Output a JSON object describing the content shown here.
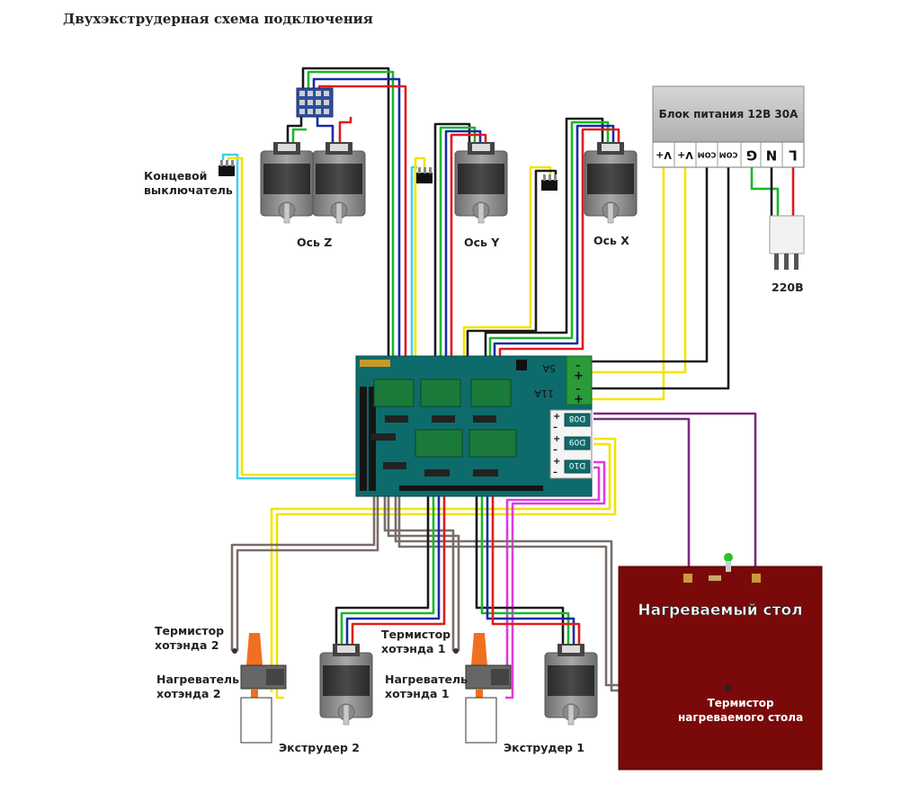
{
  "title": "Двухэкструдерная схема подключения",
  "labels": {
    "endstop": "Концевой\nвыключатель",
    "axis_z": "Ось Z",
    "axis_y": "Ось Y",
    "axis_x": "Ось X",
    "psu": "Блок питания 12В 30А",
    "mains": "220В",
    "heatbed": "Нагреваемый стол",
    "bed_thermistor": "Термистор\nнагреваемого стола",
    "thermistor_2": "Термистор\nхотэнда 2",
    "heater_2": "Нагреватель\nхотэнда 2",
    "extruder_2": "Экструдер 2",
    "thermistor_1": "Термистор\nхотэнда 1",
    "heater_1": "Нагреватель\nхотэнда 1",
    "extruder_1": "Экструдер 1"
  },
  "psu_terminals": [
    "V+",
    "V+",
    "COM",
    "COM",
    "G",
    "N",
    "L"
  ],
  "board": {
    "power_labels": [
      "5A",
      "11A"
    ],
    "mosfet_labels": [
      "D08",
      "D09",
      "D10"
    ]
  },
  "colors": {
    "board": "#0e6b6b",
    "heatbed": "#7a0a0a",
    "psu": "#bfbfbf",
    "wire_red": "#e21b1b",
    "wire_black": "#1a1a1a",
    "wire_green": "#18b82a",
    "wire_blue": "#1b2aa8",
    "wire_yellow": "#f2e400",
    "wire_cyan": "#3fd2f0",
    "wire_purple": "#7a2a80",
    "wire_magenta": "#e03ae0",
    "wire_gray": "#7a6e6a"
  }
}
